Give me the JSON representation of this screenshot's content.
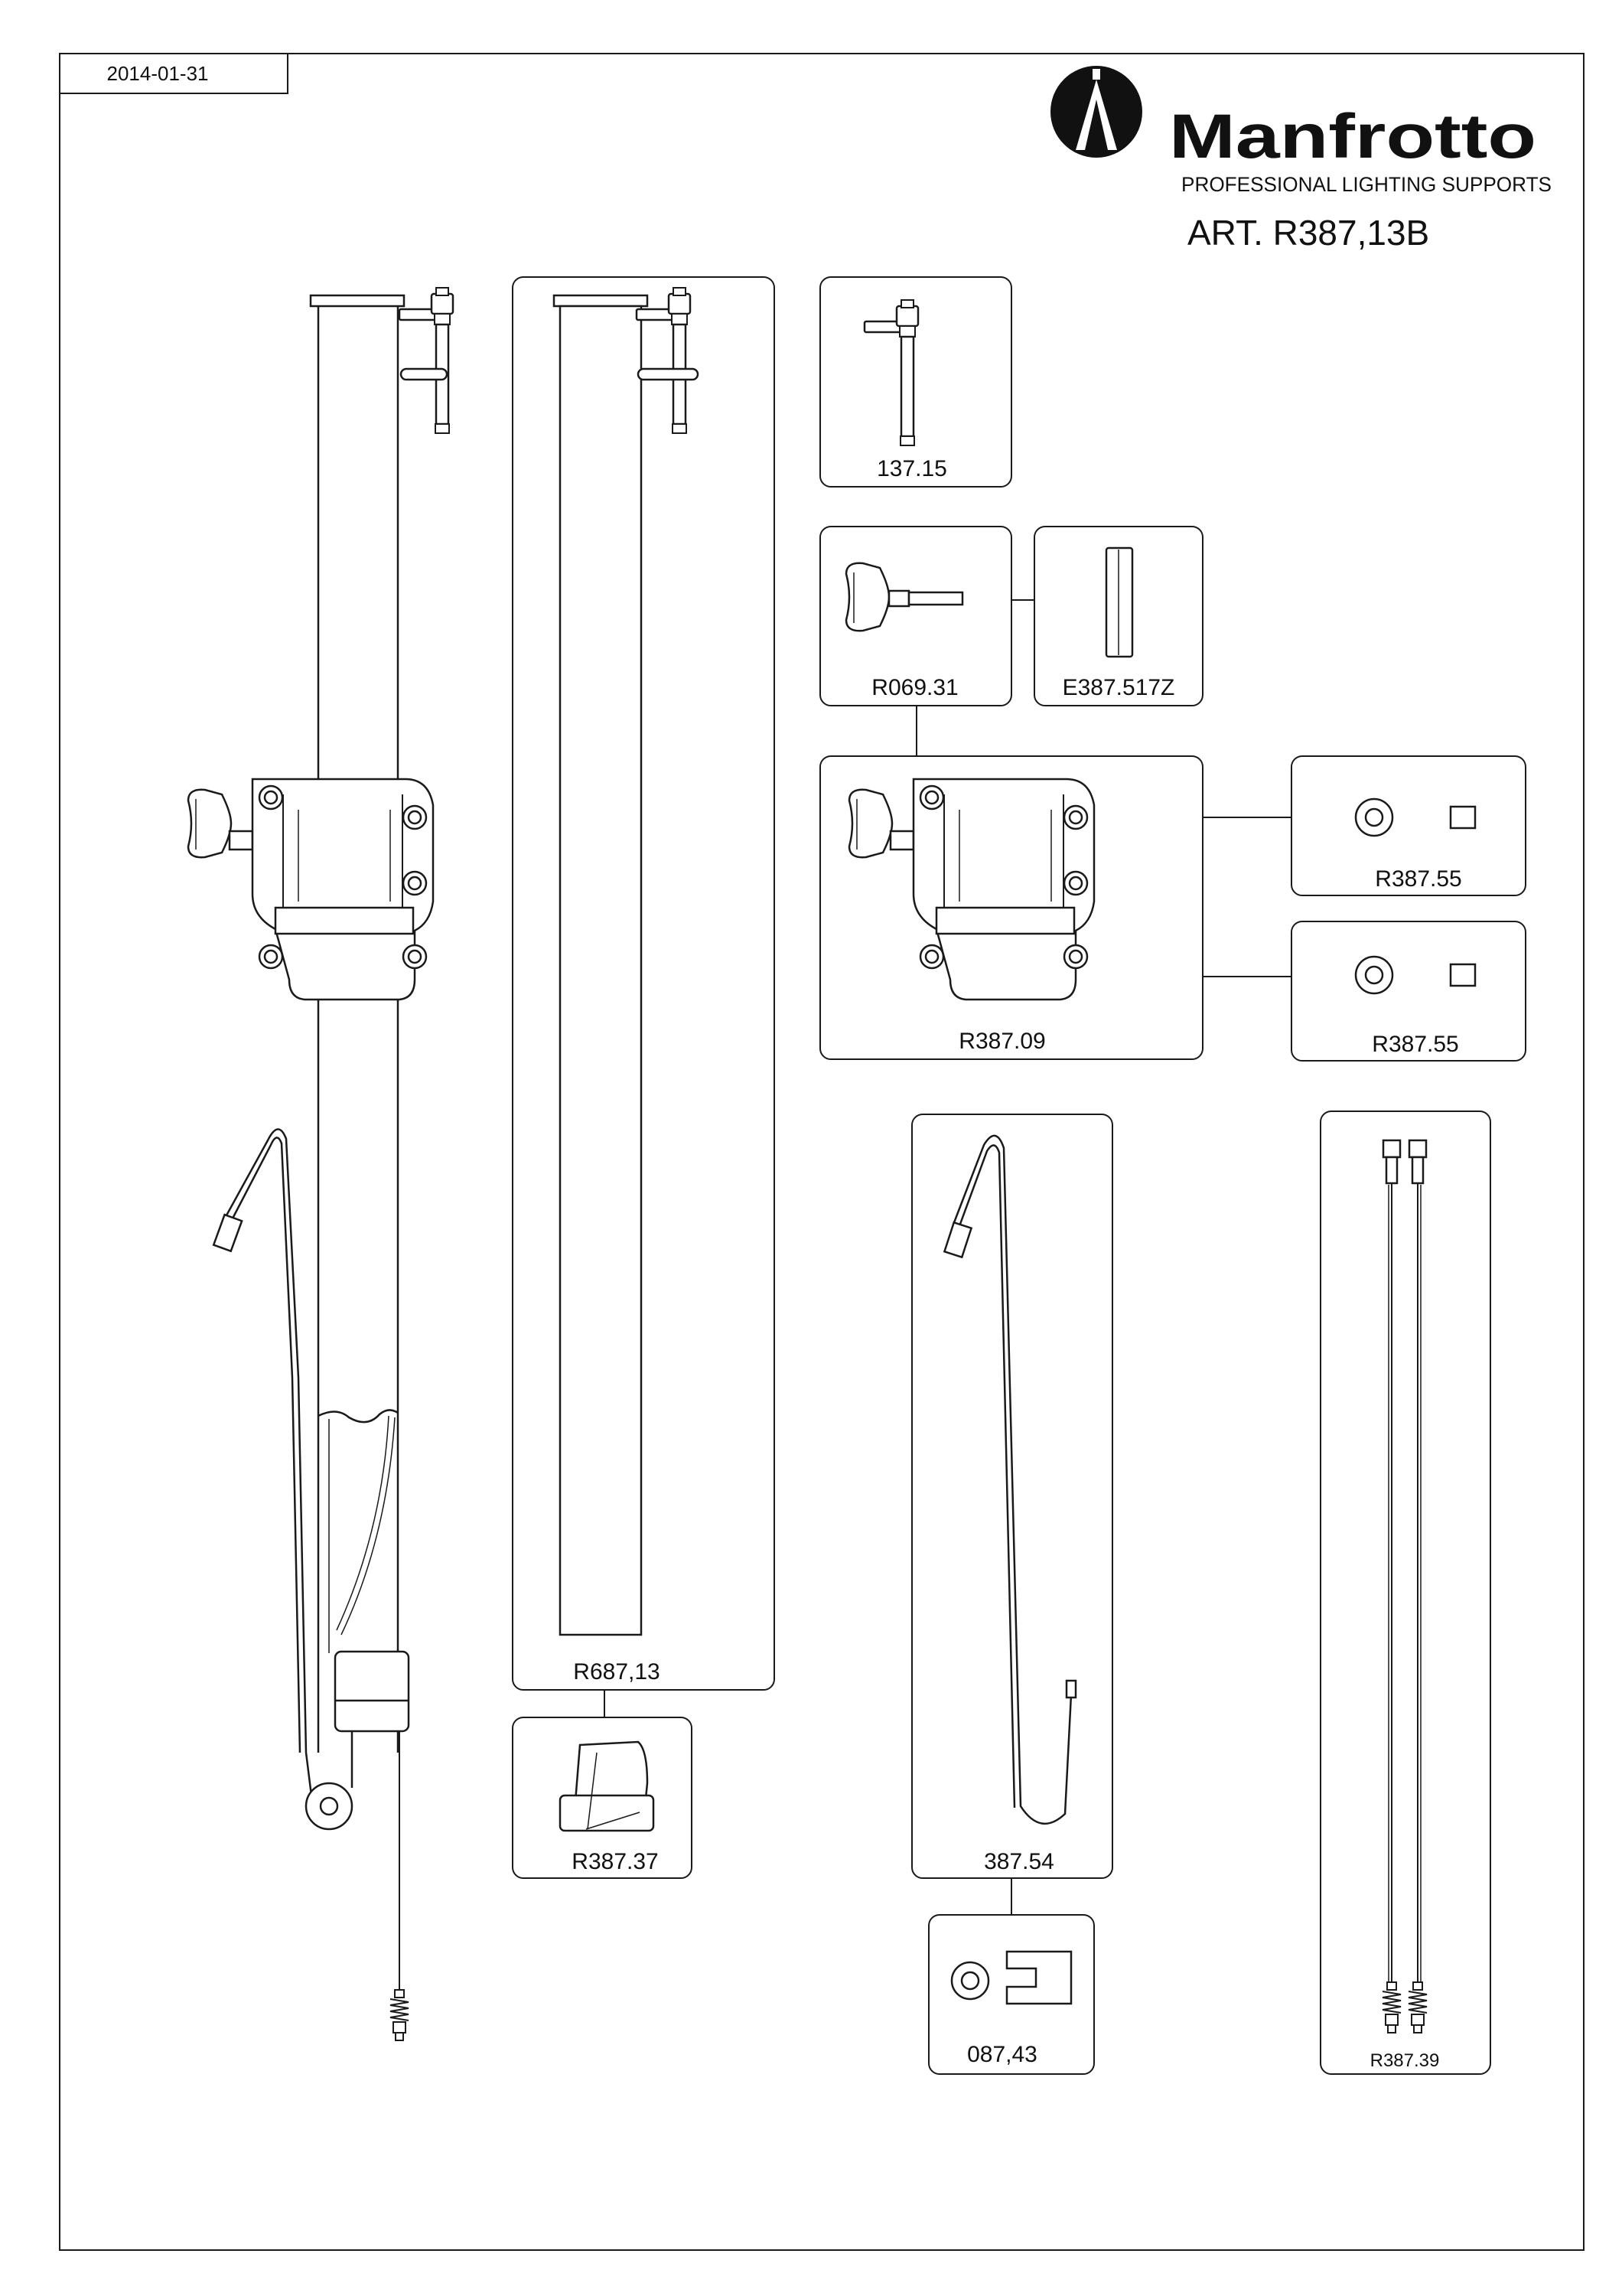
{
  "header": {
    "date": "2014-01-31",
    "brand": "Manfrotto",
    "tagline": "PROFESSIONAL LIGHTING SUPPORTS",
    "article": "ART. R387,13B"
  },
  "parts": [
    {
      "code": "137.15"
    },
    {
      "code": "R687,13"
    },
    {
      "code": "R069.31"
    },
    {
      "code": "E387.517Z"
    },
    {
      "code": "R387.09"
    },
    {
      "code": "R387.55"
    },
    {
      "code": "R387.55"
    },
    {
      "code": "R387.37"
    },
    {
      "code": "387.54"
    },
    {
      "code": "087,43"
    },
    {
      "code": "R387.39"
    }
  ],
  "colors": {
    "line": "#1a1a1a",
    "background": "#ffffff"
  }
}
